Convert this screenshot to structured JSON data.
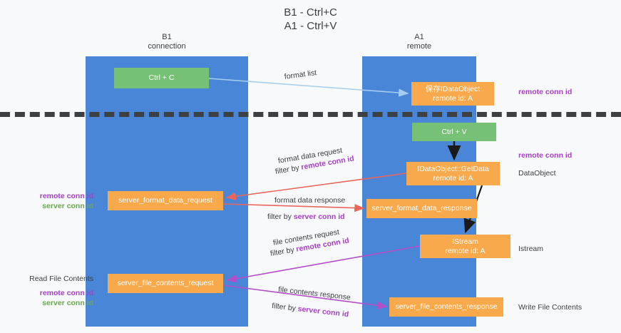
{
  "title": {
    "line1": "B1 - Ctrl+C",
    "line2": "A1 - Ctrl+V"
  },
  "lanes": [
    {
      "id": "b1",
      "name": "B1",
      "sub": "connection",
      "color": "#4a86d8"
    },
    {
      "id": "a1",
      "name": "A1",
      "sub": "remote",
      "color": "#4a86d8"
    }
  ],
  "colors": {
    "lane_blue": "#4a86d8",
    "node_green": "#76c175",
    "node_orange": "#f8a94b",
    "text_dark": "#3c4043",
    "purple": "#a73fc4",
    "green_text": "#6aa84f",
    "wire_lightblue": "#a6cdee",
    "wire_red": "#e8665c",
    "wire_magenta": "#b44ec9",
    "wire_black": "#1a1a1a",
    "background": "#f8f9fa"
  },
  "nodes": {
    "ctrl_c": {
      "line1": "Ctrl + C",
      "line2": ""
    },
    "ctrl_v": {
      "line1": "Ctrl + V",
      "line2": ""
    },
    "dataobject": {
      "line1": "保存IDataObject",
      "line2": "remote id: A"
    },
    "getdata": {
      "line1": "IDataObject::GetData",
      "line2": "remote id: A"
    },
    "format_data_response": {
      "line1": "server_format_data_response",
      "line2": ""
    },
    "istream": {
      "line1": "IStream",
      "line2": "remote id: A"
    },
    "format_data_request": {
      "line1": "server_format_data_request",
      "line2": ""
    },
    "file_contents_request": {
      "line1": "server_file_contents_request",
      "line2": ""
    },
    "file_contents_response": {
      "line1": "server_file_contents_response",
      "line2": ""
    }
  },
  "edge_labels": {
    "format_list": "format list",
    "format_data_request": "format data request",
    "format_data_request_filter_prefix": "filter by ",
    "format_data_request_filter_key": "remote conn id",
    "format_data_response": "format data response",
    "format_data_response_filter_prefix": "filter by ",
    "format_data_response_filter_key": "server conn id",
    "file_contents_request": "file contents request",
    "file_contents_request_filter_prefix": "filter by ",
    "file_contents_request_filter_key": "remote conn id",
    "file_contents_response": "file contents response",
    "file_contents_response_filter_prefix": "filter by ",
    "file_contents_response_filter_key": "server conn id"
  },
  "annotations": {
    "right_remote_conn_1": "remote conn id",
    "right_remote_conn_2": "remote conn id",
    "right_dataobject": "DataObject",
    "right_istream": "Istream",
    "right_write_file": "Write File Contents",
    "left_read_file": "Read File Contents",
    "left_remote_conn_a": "remote conn id",
    "left_server_conn_a": "server conn id",
    "left_remote_conn_b": "remote conn id",
    "left_server_conn_b": "server conn id"
  }
}
